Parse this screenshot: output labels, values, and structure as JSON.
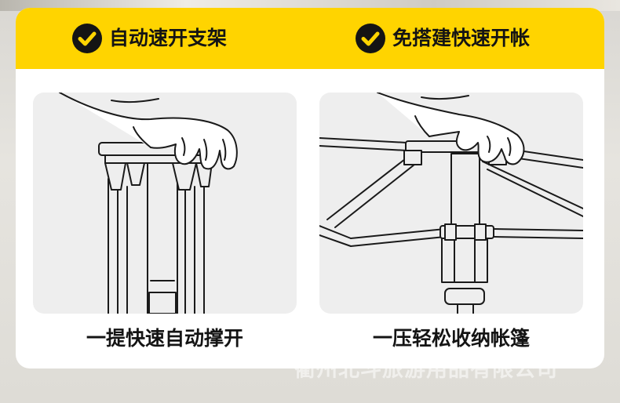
{
  "banner": {
    "left_label": "自动速开支架",
    "right_label": "免搭建快速开帐"
  },
  "captions": {
    "left": "一提快速自动撑开",
    "right": "一压轻松收纳帐篷"
  },
  "watermark": "衢州北斗旅游用品有限公司",
  "colors": {
    "banner": "#ffd400",
    "card": "#ffffff",
    "panel": "#eeeeee",
    "text": "#141414"
  },
  "icons": {
    "banner_left": "check-circle-icon",
    "banner_right": "check-circle-icon"
  }
}
